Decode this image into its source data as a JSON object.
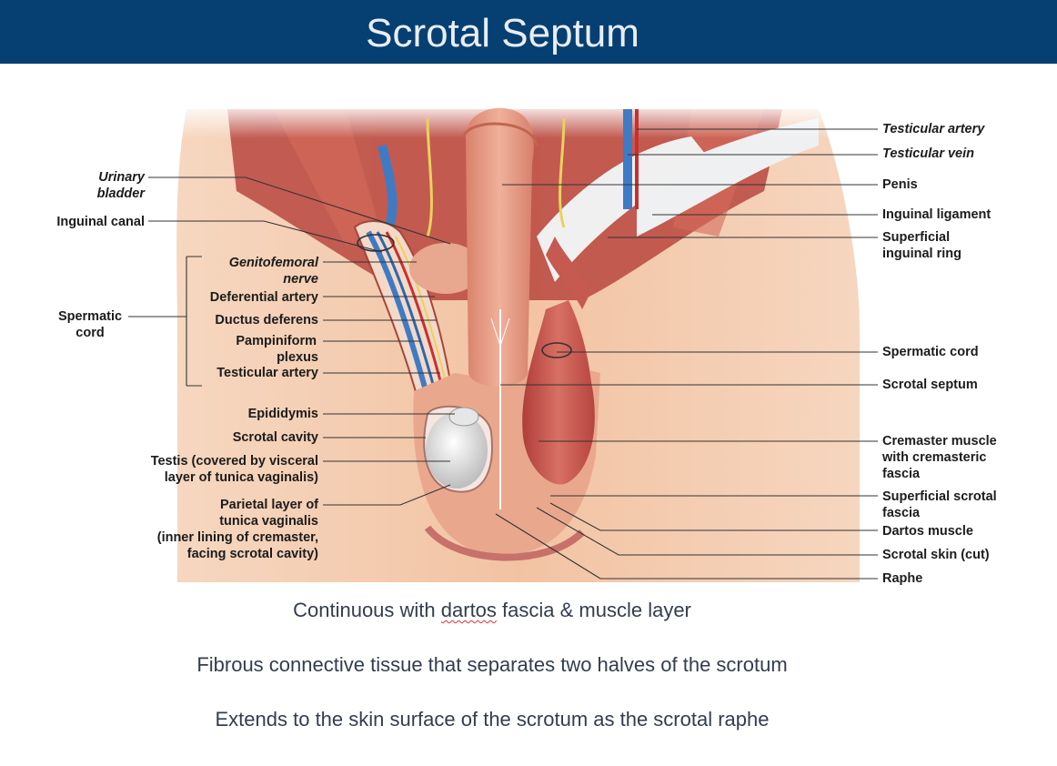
{
  "title": "Scrotal Septum",
  "labels_left": {
    "urinary_bladder": [
      "Urinary",
      "bladder"
    ],
    "inguinal_canal": "Inguinal canal",
    "spermatic_cord": [
      "Spermatic",
      "cord"
    ],
    "genitofemoral_nerve": [
      "Genitofemoral",
      "nerve"
    ],
    "deferential_artery": "Deferential artery",
    "ductus_deferens": "Ductus deferens",
    "pampiniform_plexus": [
      "Pampiniform",
      "plexus"
    ],
    "testicular_artery": "Testicular artery",
    "epididymis": "Epididymis",
    "scrotal_cavity": "Scrotal cavity",
    "testis": [
      "Testis (covered by visceral",
      "layer of tunica vaginalis)"
    ],
    "parietal_layer": [
      "Parietal layer of",
      "tunica vaginalis",
      "(inner lining of cremaster,",
      "facing scrotal cavity)"
    ]
  },
  "labels_right": {
    "testicular_artery": "Testicular artery",
    "testicular_vein": "Testicular vein",
    "penis": "Penis",
    "inguinal_ligament": "Inguinal ligament",
    "superficial_inguinal_ring": [
      "Superficial",
      "inguinal ring"
    ],
    "spermatic_cord": "Spermatic cord",
    "scrotal_septum": "Scrotal septum",
    "cremaster_muscle": [
      "Cremaster muscle",
      "with cremasteric",
      "fascia"
    ],
    "superficial_scrotal_fascia": [
      "Superficial scrotal",
      "fascia"
    ],
    "dartos_muscle": "Dartos muscle",
    "scrotal_skin": "Scrotal skin (cut)",
    "raphe": "Raphe"
  },
  "bullets": {
    "b1_pre": "Continuous with ",
    "b1_marked": "dartos",
    "b1_post": " fascia & muscle layer",
    "b2": "Fibrous connective tissue that separates two halves of the scrotum",
    "b3": "Extends to the skin surface of the scrotum as the scrotal raphe"
  },
  "colors": {
    "title_bar": "#064073",
    "skin": "#f3c7a8",
    "muscle": "#c8504a",
    "artery": "#c9302c",
    "vein": "#3f7bc4",
    "nerve": "#e9d25a",
    "testis": "#f2f2f2"
  }
}
